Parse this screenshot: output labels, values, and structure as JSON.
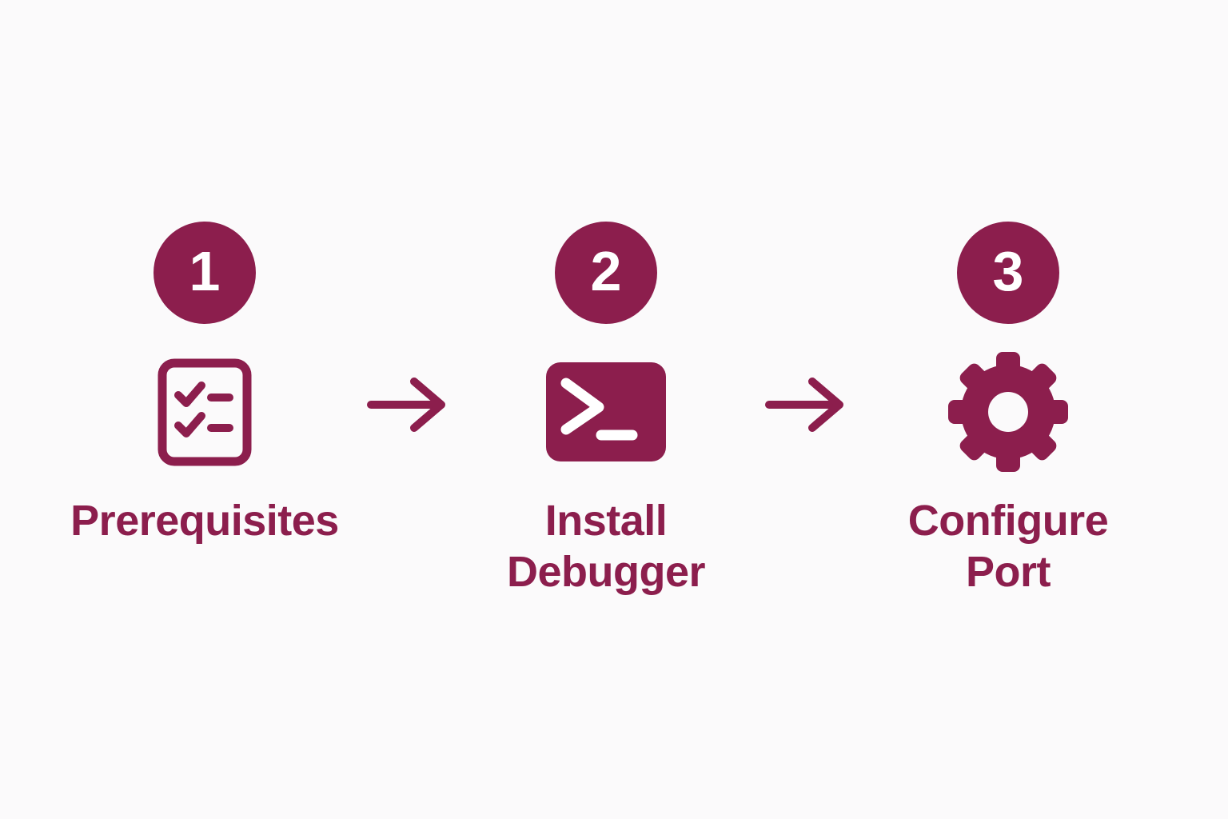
{
  "colors": {
    "accent": "#8C1E4D",
    "background": "#FBFAFB",
    "icon_foreground": "#FFFFFF"
  },
  "steps": [
    {
      "number": "1",
      "icon": "checklist-icon",
      "label_lines": [
        "Prerequisites"
      ]
    },
    {
      "number": "2",
      "icon": "terminal-icon",
      "label_lines": [
        "Install",
        "Debugger"
      ]
    },
    {
      "number": "3",
      "icon": "gear-icon",
      "label_lines": [
        "Configure",
        "Port"
      ]
    }
  ],
  "arrows": [
    {
      "icon": "arrow-right-icon"
    },
    {
      "icon": "arrow-right-icon"
    }
  ]
}
